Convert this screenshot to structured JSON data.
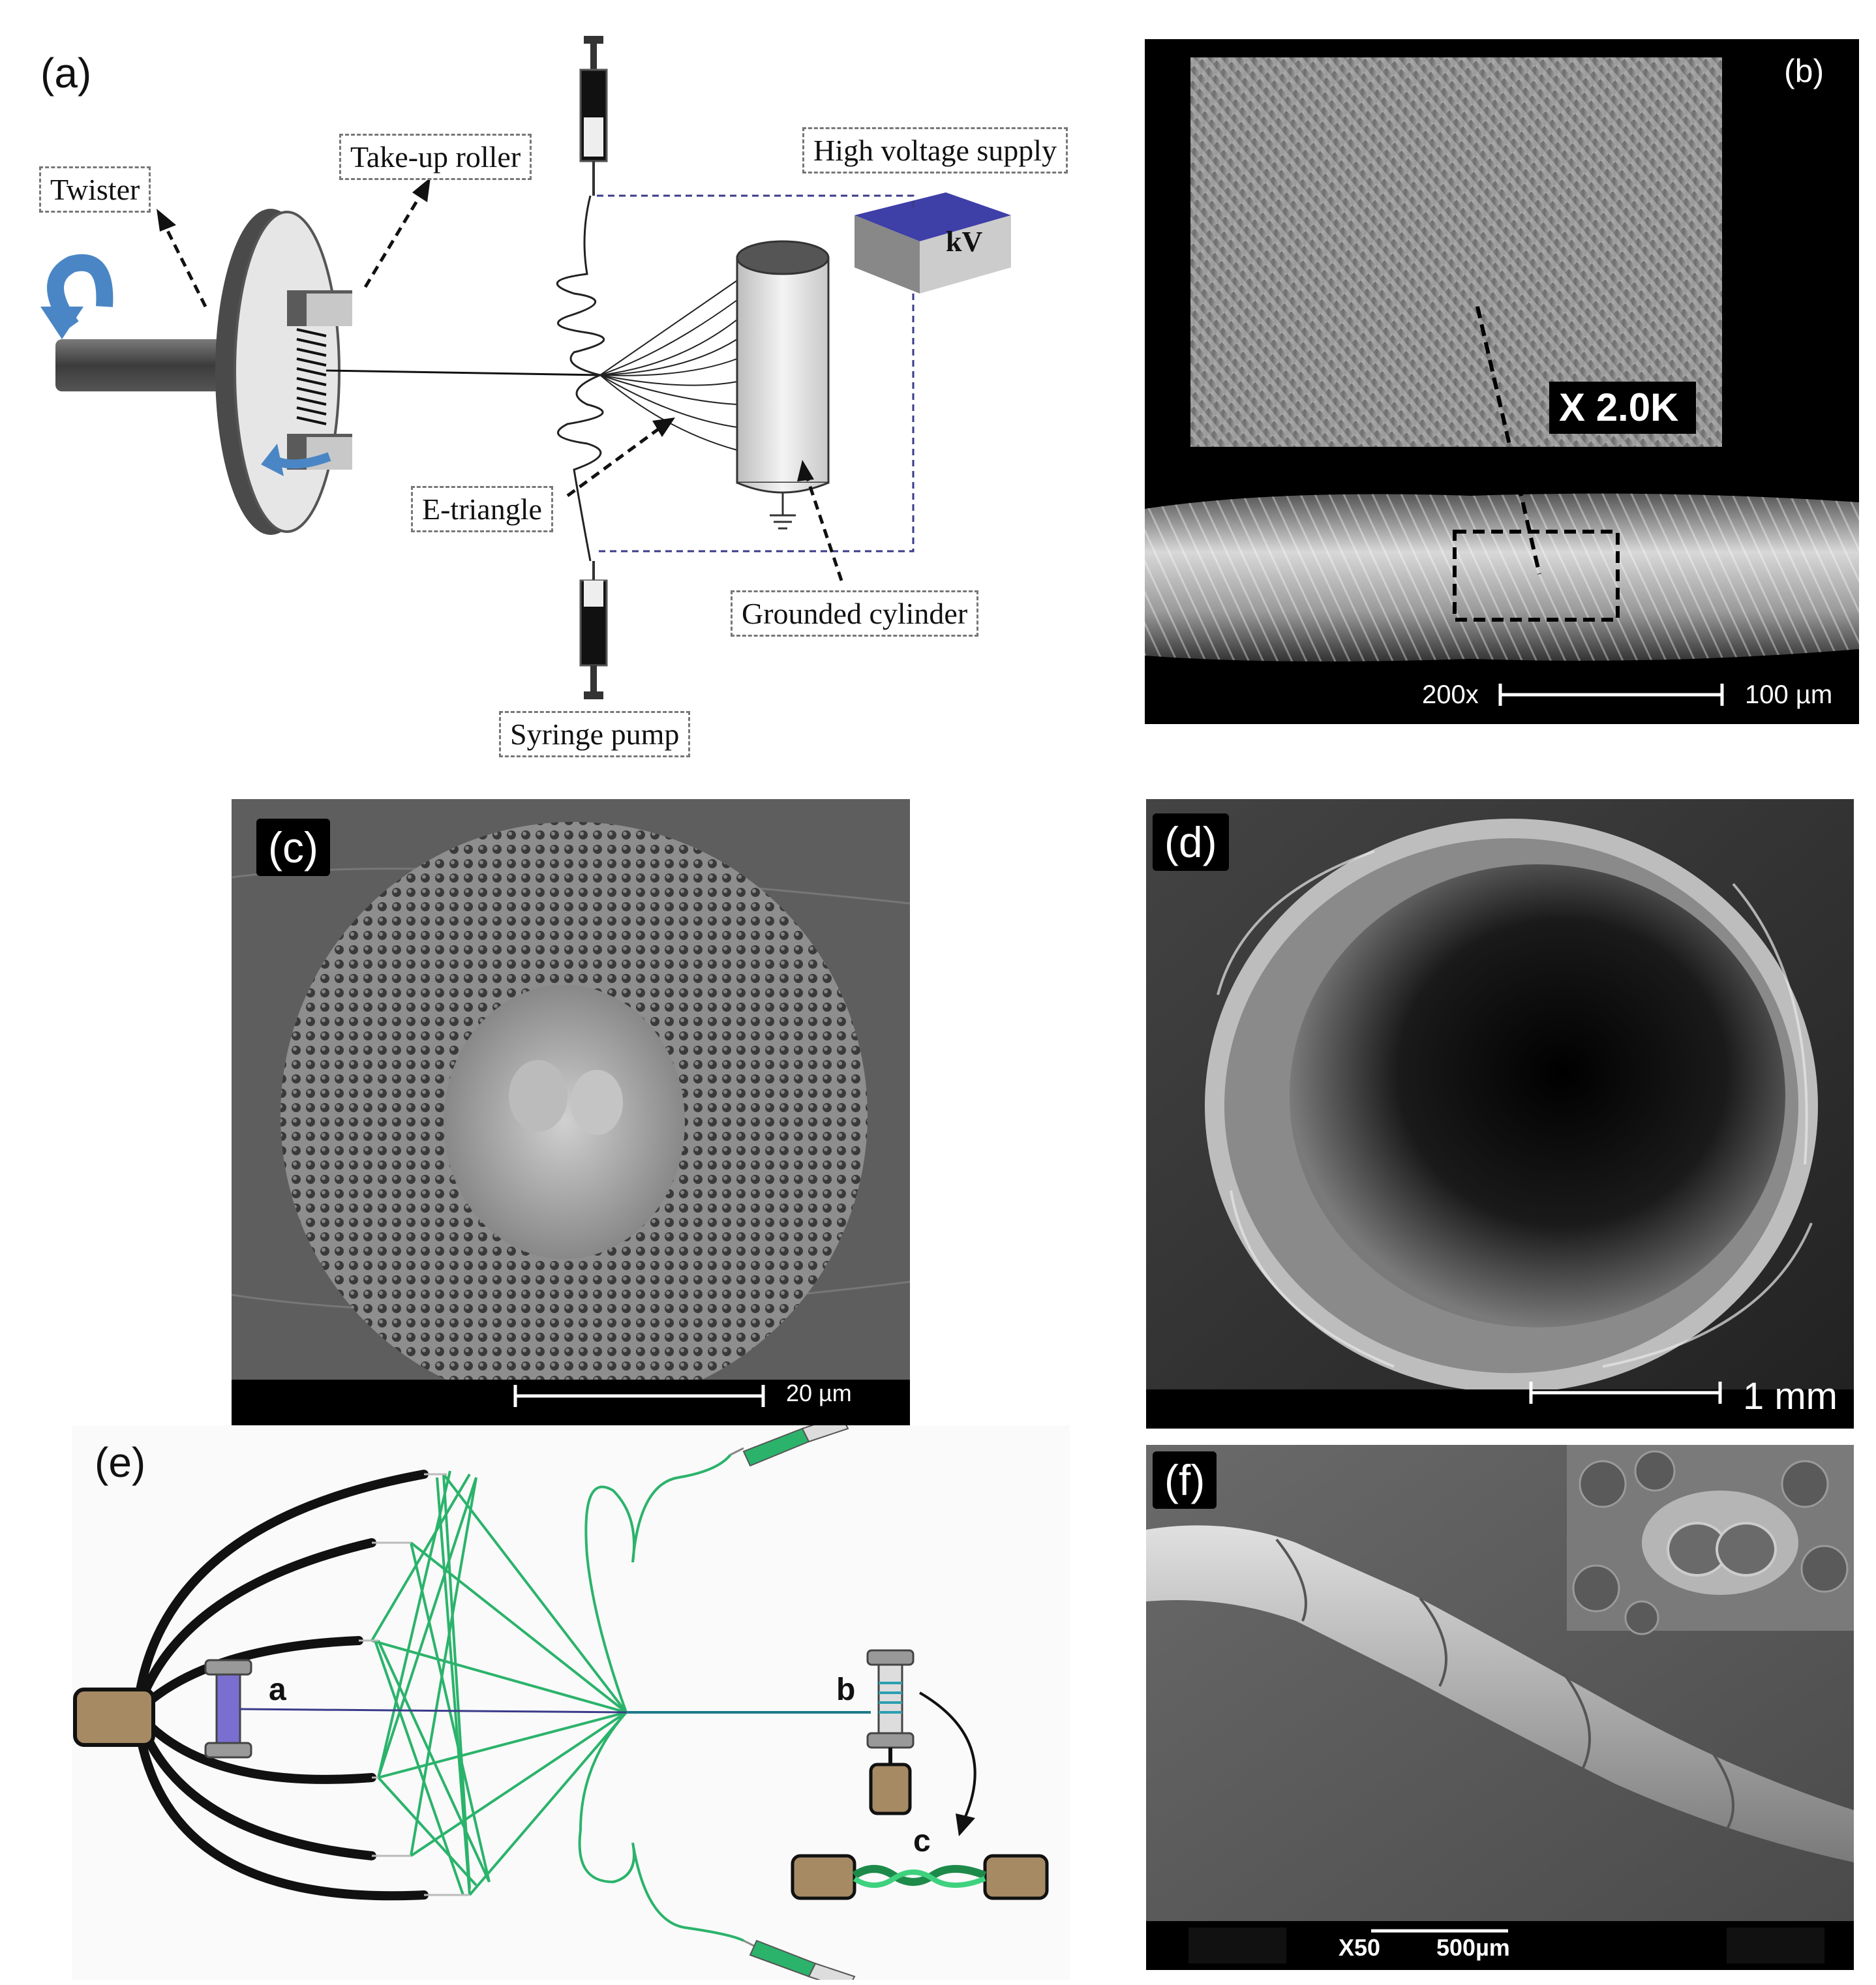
{
  "panels": {
    "a": {
      "letter": "(a)",
      "labels": {
        "twister": "Twister",
        "take_up_roller": "Take-up roller",
        "high_voltage_supply": "High voltage supply",
        "kv": "kV",
        "e_triangle": "E-triangle",
        "grounded_cylinder": "Grounded cylinder",
        "syringe_pump": "Syringe pump"
      }
    },
    "b": {
      "letter": "(b)",
      "magnification_inset": "X 2.0K",
      "magnification": "200x",
      "scale": "100 µm"
    },
    "c": {
      "letter": "(c)",
      "scale": "20 µm"
    },
    "d": {
      "letter": "(d)",
      "scale": "1 mm"
    },
    "e": {
      "letter": "(e)",
      "label_a": "a",
      "label_b": "b",
      "label_c": "c"
    },
    "f": {
      "letter": "(f)",
      "magnification": "X50",
      "scale": "500µm"
    }
  },
  "colors": {
    "accent_blue": "#4a86c5",
    "kv_top": "#3f3fa8",
    "green_fiber": "#2bb36b",
    "collector_brown": "#a68a64"
  }
}
